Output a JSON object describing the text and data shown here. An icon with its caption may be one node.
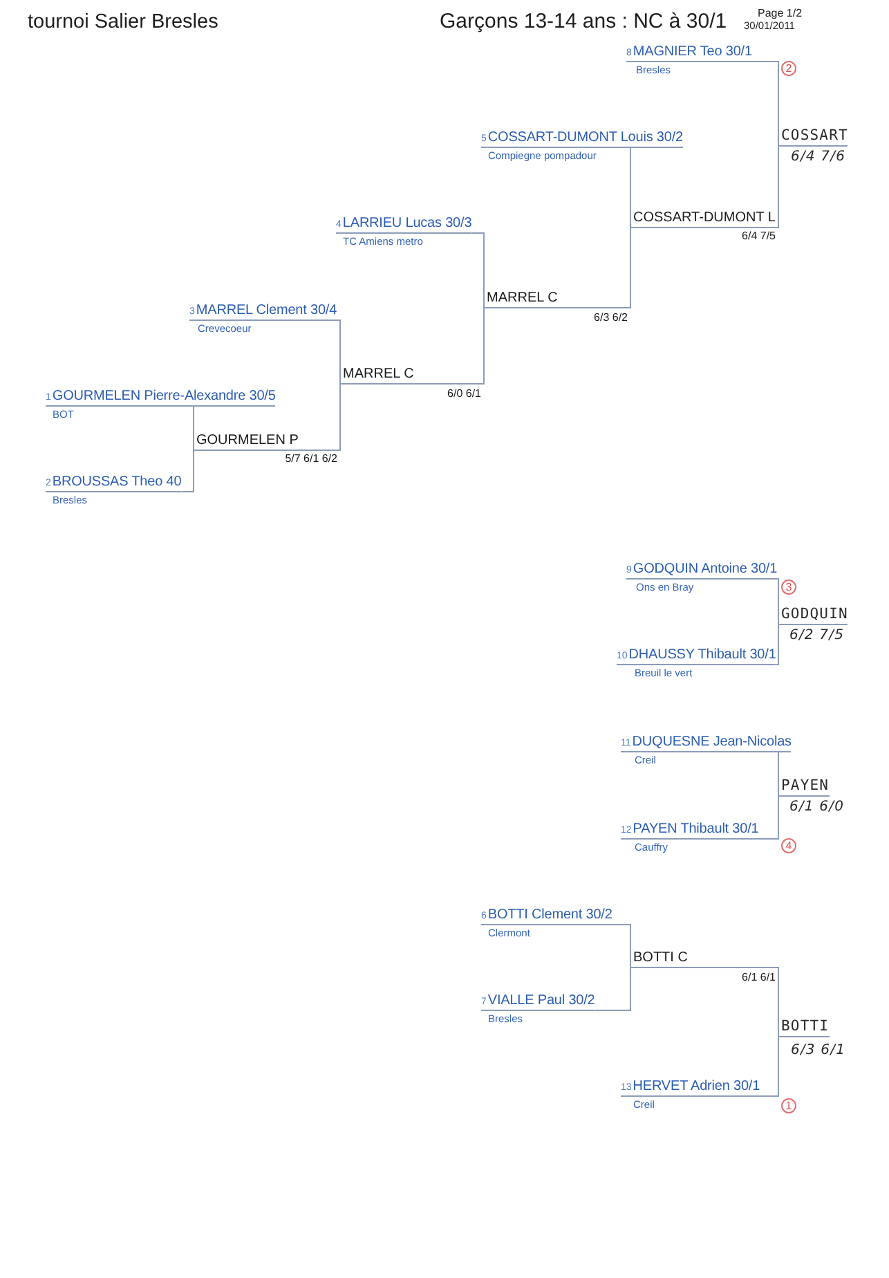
{
  "diagram": {
    "title": "tournoi Salier Bresles",
    "nodes": [
      {
        "text": [
          "8",
          "MAGNIER Teo 30/1"
        ],
        "beside": [
          "Bresles",
          "2"
        ]
      },
      {
        "text": [
          "5",
          "COSSART-DUMONT Louis 30/2"
        ],
        "beside": [
          "Compiegne pompadour"
        ]
      },
      {
        "text": [
          "COSSART"
        ],
        "beside": [
          "6/4 7/6"
        ]
      },
      {
        "text": [
          "COSSART-DUMONT L"
        ],
        "beside": [
          "6/4 7/5"
        ]
      },
      {
        "text": [
          "4",
          "LARRIEU Lucas 30/3"
        ],
        "beside": [
          "TC Amiens metro"
        ]
      },
      {
        "text": [
          "MARREL C"
        ],
        "beside": [
          "6/3 6/2"
        ]
      },
      {
        "text": [
          "3",
          "MARREL Clement 30/4"
        ],
        "beside": [
          "Crevecoeur"
        ]
      },
      {
        "text": [
          "MARREL C"
        ],
        "beside": [
          "6/0 6/1"
        ]
      },
      {
        "text": [
          "1",
          "GOURMELEN Pierre-Alexandre 30/5"
        ],
        "beside": [
          "BOT"
        ]
      },
      {
        "text": [
          "GOURMELEN P"
        ],
        "beside": [
          "5/7 6/1 6/2"
        ]
      },
      {
        "text": [
          "2",
          "BROUSSAS Theo 40"
        ],
        "beside": [
          "Bresles"
        ]
      },
      {
        "text": [
          "9",
          "GODQUIN Antoine 30/1"
        ],
        "beside": [
          "Ons en Bray",
          "3"
        ]
      },
      {
        "text": [
          "GODQUIN"
        ],
        "beside": [
          "6/2 7/5"
        ]
      },
      {
        "text": [
          "10",
          "DHAUSSY Thibault 30/1"
        ],
        "beside": [
          "Breuil le vert"
        ]
      },
      {
        "text": [
          "11",
          "DUQUESNE Jean-Nicolas"
        ],
        "beside": [
          "Creil"
        ]
      },
      {
        "text": [
          "PAYEN"
        ],
        "beside": [
          "6/1 6/0"
        ]
      },
      {
        "text": [
          "12",
          "PAYEN Thibault 30/1"
        ],
        "beside": [
          "Cauffry",
          "4"
        ]
      },
      {
        "text": [
          "6",
          "BOTTI Clement 30/2"
        ],
        "beside": [
          "Clermont"
        ]
      },
      {
        "text": [
          "BOTTI C"
        ],
        "beside": [
          "6/1 6/1"
        ]
      },
      {
        "text": [
          "7",
          "VIALLE Paul 30/2"
        ],
        "beside": [
          "Bresles"
        ]
      },
      {
        "text": [
          "BOTTI"
        ],
        "beside": [
          "6/3 6/1"
        ]
      },
      {
        "text": [
          "13",
          "HERVET Adrien 30/1"
        ],
        "beside": [
          "Creil",
          "1"
        ]
      }
    ],
    "edges": [
      {
        "from": 0,
        "to": 2,
        "arrow": "none"
      },
      {
        "from": 1,
        "to": 3,
        "arrow": "none"
      },
      {
        "from": 3,
        "to": 2,
        "arrow": "none"
      },
      {
        "from": 4,
        "to": 5,
        "arrow": "none"
      },
      {
        "from": 5,
        "to": 3,
        "arrow": "none"
      },
      {
        "from": 6,
        "to": 7,
        "arrow": "none"
      },
      {
        "from": 7,
        "to": 5,
        "arrow": "none"
      },
      {
        "from": 8,
        "to": 9,
        "arrow": "none"
      },
      {
        "from": 9,
        "to": 7,
        "arrow": "none"
      },
      {
        "from": 10,
        "to": 9,
        "arrow": "none"
      },
      {
        "from": 11,
        "to": 12,
        "arrow": "none"
      },
      {
        "from": 13,
        "to": 12,
        "arrow": "none"
      },
      {
        "from": 14,
        "to": 15,
        "arrow": "none"
      },
      {
        "from": 16,
        "to": 15,
        "arrow": "none"
      },
      {
        "from": 17,
        "to": 18,
        "arrow": "none"
      },
      {
        "from": 18,
        "to": 20,
        "arrow": "none"
      },
      {
        "from": 19,
        "to": 18,
        "arrow": "none"
      },
      {
        "from": 21,
        "to": 20,
        "arrow": "none"
      }
    ],
    "labels": [
      "Garçons 13-14 ans : NC à 30/1",
      "Page 1/2",
      "30/01/2011"
    ]
  }
}
